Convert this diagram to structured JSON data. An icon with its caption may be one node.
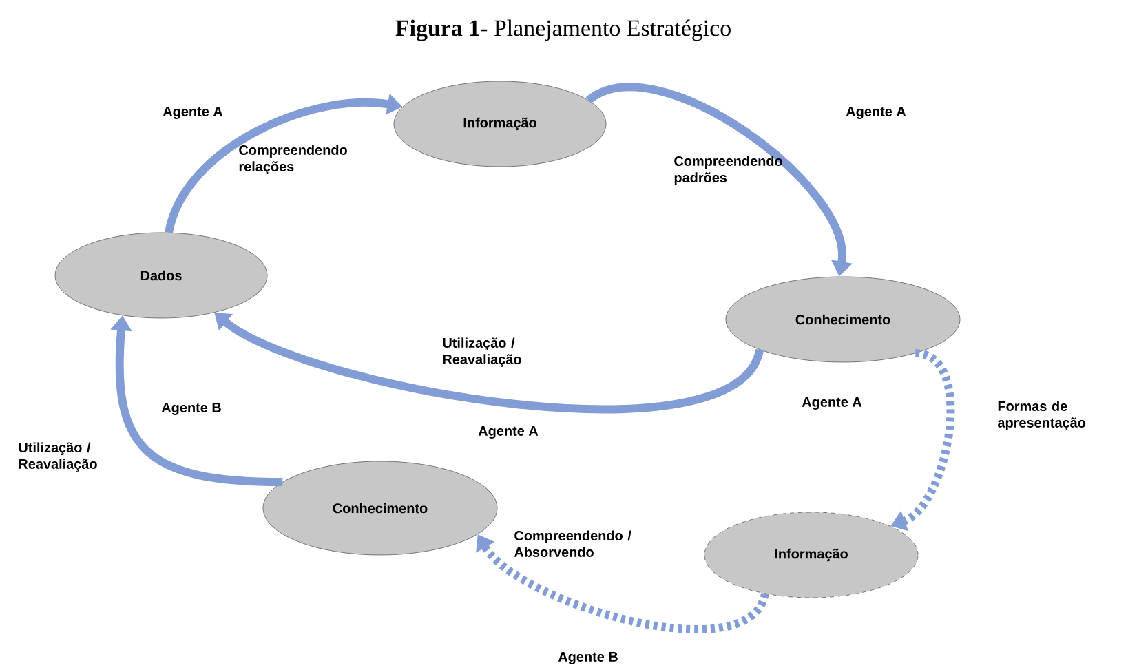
{
  "diagram": {
    "title": "**Figura 1**- Planejamento Estratégico",
    "nodes": [
      {
        "text": [
          "Informação"
        ]
      },
      {
        "text": [
          "Dados"
        ]
      },
      {
        "text": [
          "Conhecimento"
        ]
      },
      {
        "text": [
          "Conhecimento"
        ]
      },
      {
        "text": [
          "Informação"
        ]
      }
    ],
    "edges": [
      {
        "from": 1,
        "to": 0,
        "arrow": "to",
        "label": "Compreendendo relações"
      },
      {
        "from": 0,
        "to": 2,
        "arrow": "to",
        "label": "Compreendendo padrões"
      },
      {
        "from": 2,
        "to": 1,
        "arrow": "to",
        "label": "Utilização / Reavaliação"
      },
      {
        "from": 2,
        "to": 4,
        "arrow": "to",
        "label": "Formas de apresentação",
        "style": "dashed"
      },
      {
        "from": 4,
        "to": 3,
        "arrow": "to",
        "label": "Compreendendo / Absorvendo",
        "style": "dashed"
      },
      {
        "from": 3,
        "to": 1,
        "arrow": "to",
        "label": "Utilização / Reavaliação"
      }
    ],
    "labels": [
      "Agente A",
      "Agente A",
      "Agente B",
      "Agente A",
      "Agente A",
      "Agente B"
    ]
  }
}
